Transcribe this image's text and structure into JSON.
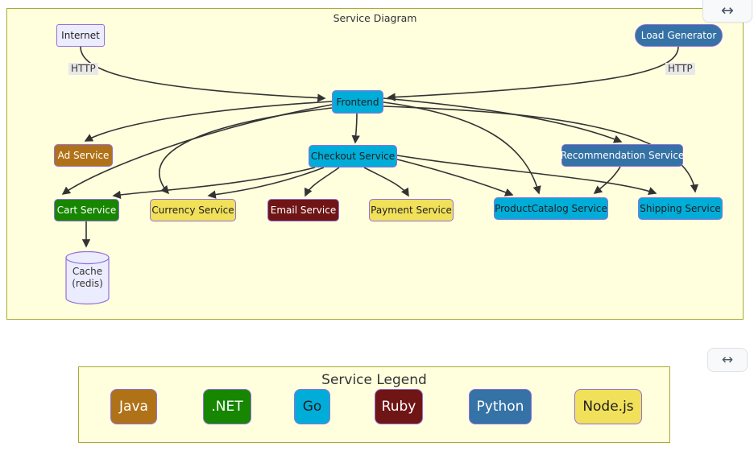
{
  "diagram": {
    "title": "Service Diagram",
    "nodes": {
      "internet": {
        "label": "Internet",
        "language": "default"
      },
      "load_generator": {
        "label": "Load Generator",
        "language": "python"
      },
      "frontend": {
        "label": "Frontend",
        "language": "go"
      },
      "ad": {
        "label": "Ad Service",
        "language": "java"
      },
      "checkout": {
        "label": "Checkout Service",
        "language": "go"
      },
      "recommendation": {
        "label": "Recommendation Service",
        "language": "python"
      },
      "cart": {
        "label": "Cart Service",
        "language": "dotnet"
      },
      "currency": {
        "label": "Currency Service",
        "language": "nodejs"
      },
      "email": {
        "label": "Email Service",
        "language": "ruby"
      },
      "payment": {
        "label": "Payment Service",
        "language": "nodejs"
      },
      "productcatalog": {
        "label": "ProductCatalog Service",
        "language": "go"
      },
      "shipping": {
        "label": "Shipping Service",
        "language": "go"
      },
      "cache": {
        "label_line1": "Cache",
        "label_line2": "(redis)",
        "language": "default"
      }
    },
    "edges": [
      {
        "from": "Internet",
        "to": "Frontend",
        "label": "HTTP"
      },
      {
        "from": "Load Generator",
        "to": "Frontend",
        "label": "HTTP"
      },
      {
        "from": "Frontend",
        "to": "Ad Service"
      },
      {
        "from": "Frontend",
        "to": "Cart Service"
      },
      {
        "from": "Frontend",
        "to": "Checkout Service"
      },
      {
        "from": "Frontend",
        "to": "Currency Service"
      },
      {
        "from": "Frontend",
        "to": "Recommendation Service"
      },
      {
        "from": "Frontend",
        "to": "ProductCatalog Service"
      },
      {
        "from": "Frontend",
        "to": "Shipping Service"
      },
      {
        "from": "Checkout Service",
        "to": "Cart Service"
      },
      {
        "from": "Checkout Service",
        "to": "Currency Service"
      },
      {
        "from": "Checkout Service",
        "to": "Email Service"
      },
      {
        "from": "Checkout Service",
        "to": "Payment Service"
      },
      {
        "from": "Checkout Service",
        "to": "ProductCatalog Service"
      },
      {
        "from": "Checkout Service",
        "to": "Shipping Service"
      },
      {
        "from": "Recommendation Service",
        "to": "ProductCatalog Service"
      },
      {
        "from": "Cart Service",
        "to": "Cache (redis)"
      }
    ],
    "edge_labels": {
      "internet_http": "HTTP",
      "load_generator_http": "HTTP"
    }
  },
  "legend": {
    "title": "Service Legend",
    "items": [
      {
        "label": "Java",
        "color": "#b07219"
      },
      {
        "label": ".NET",
        "color": "#178600"
      },
      {
        "label": "Go",
        "color": "#00ADD8"
      },
      {
        "label": "Ruby",
        "color": "#701516"
      },
      {
        "label": "Python",
        "color": "#3572A5"
      },
      {
        "label": "Node.js",
        "color": "#f1e05a"
      }
    ]
  },
  "controls": {
    "expand_icon": "↔"
  },
  "colors": {
    "java": "#b07219",
    "dotnet": "#178600",
    "go": "#00ADD8",
    "ruby": "#701516",
    "python": "#3572A5",
    "nodejs": "#f1e05a",
    "default_fill": "#ECECFF",
    "node_border": "#9370DB",
    "panel_bg": "#FFFFDE",
    "panel_border": "#AAAA33",
    "edge": "#333333",
    "edge_label_bg": "#e8e8e8"
  }
}
